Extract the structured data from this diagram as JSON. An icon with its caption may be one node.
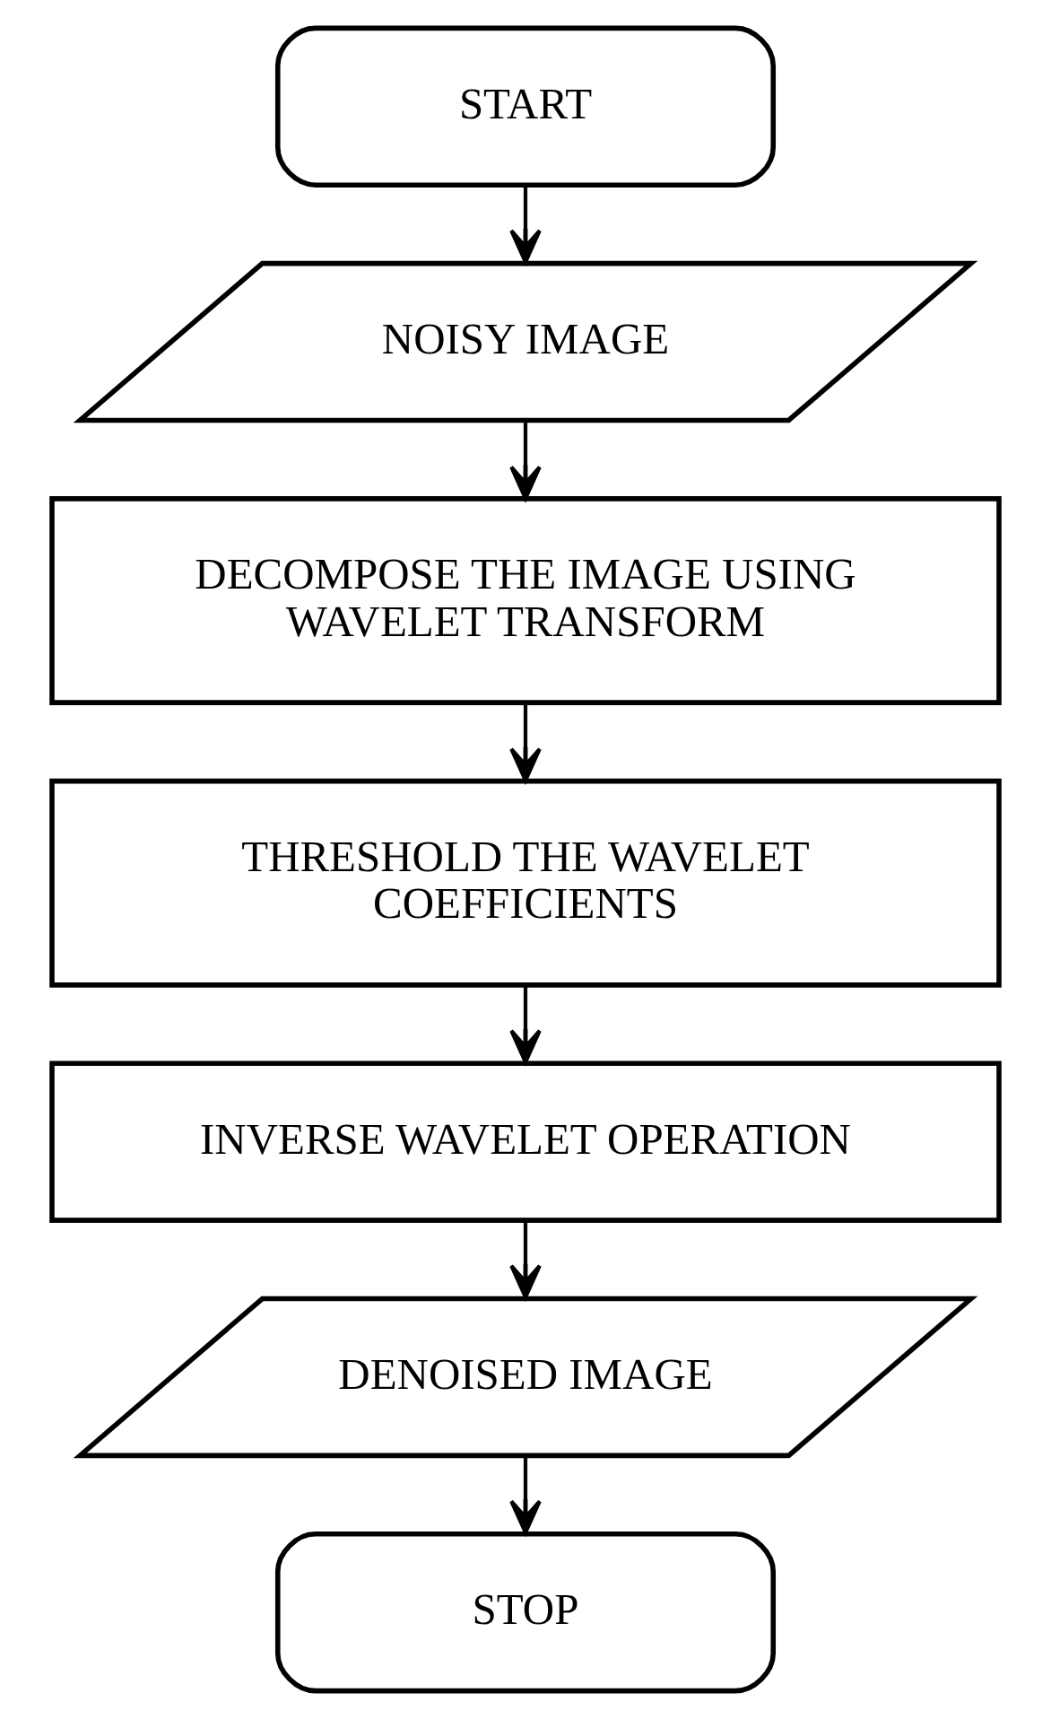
{
  "diagram": {
    "nodes": [
      {
        "text": [
          "START"
        ]
      },
      {
        "text": [
          "NOISY IMAGE"
        ]
      },
      {
        "text": [
          "DECOMPOSE THE IMAGE USING WAVELET TRANSFORM"
        ]
      },
      {
        "text": [
          "THRESHOLD THE WAVELET COEFFICIENTS"
        ]
      },
      {
        "text": [
          "INVERSE WAVELET OPERATION"
        ]
      },
      {
        "text": [
          "DENOISED IMAGE"
        ]
      },
      {
        "text": [
          "STOP"
        ]
      }
    ],
    "edges": [
      {
        "from": 0,
        "to": 1,
        "arrow": "to"
      },
      {
        "from": 1,
        "to": 2,
        "arrow": "to"
      },
      {
        "from": 2,
        "to": 3,
        "arrow": "to"
      },
      {
        "from": 3,
        "to": 4,
        "arrow": "to"
      },
      {
        "from": 4,
        "to": 5,
        "arrow": "to"
      },
      {
        "from": 5,
        "to": 6,
        "arrow": "to"
      }
    ]
  }
}
